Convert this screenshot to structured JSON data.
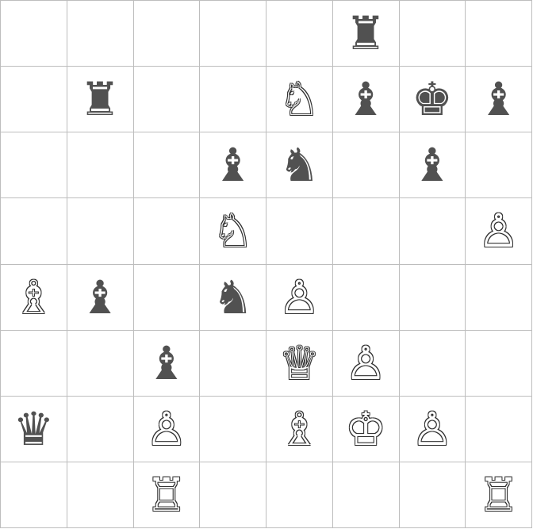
{
  "board": {
    "rows": [
      [
        "",
        "",
        "",
        "",
        "",
        "r",
        "",
        ""
      ],
      [
        "",
        "r",
        "",
        "",
        "N",
        "b",
        "k",
        "b"
      ],
      [
        "",
        "",
        "",
        "b",
        "n",
        "",
        "b",
        ""
      ],
      [
        "",
        "",
        "",
        "N",
        "",
        "",
        "",
        "P"
      ],
      [
        "B",
        "b",
        "",
        "n",
        "P",
        "",
        "",
        ""
      ],
      [
        "",
        "",
        "b",
        "",
        "Q",
        "P",
        "",
        ""
      ],
      [
        "q",
        "",
        "P",
        "",
        "B",
        "K",
        "P",
        ""
      ],
      [
        "",
        "",
        "R",
        "",
        "",
        "",
        "",
        "R"
      ]
    ],
    "glyphs": {
      "K": "♔",
      "Q": "♕",
      "R": "♖",
      "B": "♗",
      "N": "♘",
      "P": "♙",
      "k": "♚",
      "q": "♛",
      "r": "♜",
      "b": "♝",
      "n": "♞",
      "p": "♟"
    }
  }
}
